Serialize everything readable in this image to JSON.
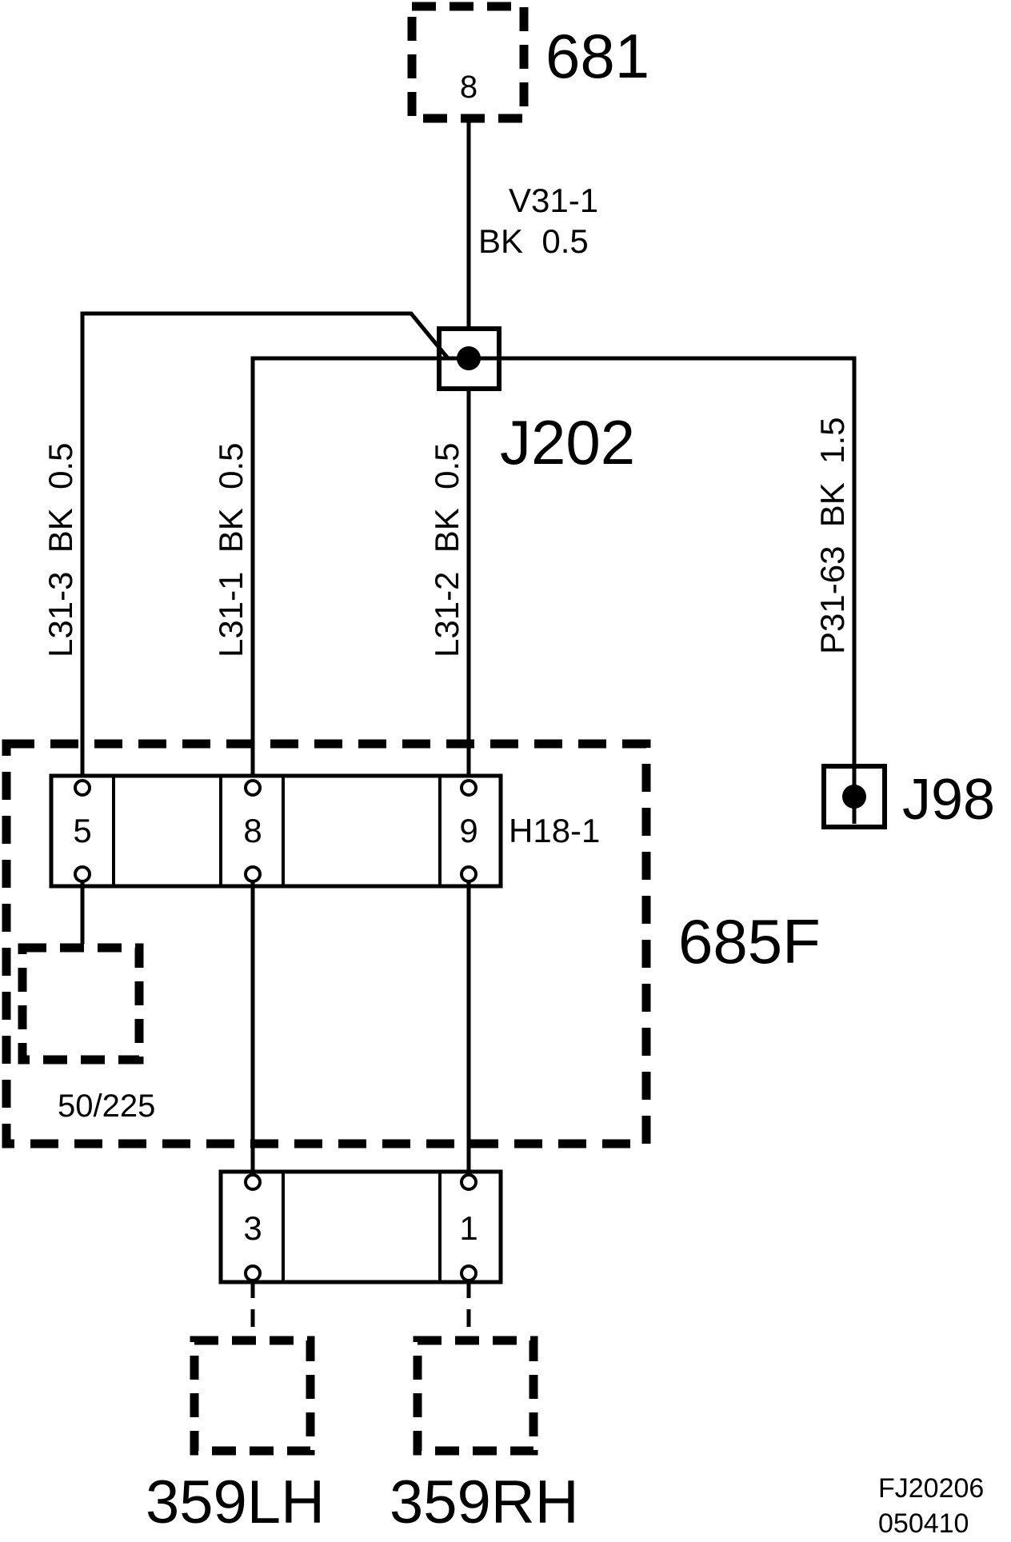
{
  "components": {
    "c681": {
      "label": "681",
      "pin": "8"
    },
    "splice_j202": {
      "label": "J202"
    },
    "ground_j98": {
      "label": "J98"
    },
    "module_685f": {
      "label": "685F"
    },
    "connector_h18_1": {
      "label": "H18-1",
      "pins": [
        "5",
        "8",
        "9"
      ]
    },
    "component_50_225": {
      "label": "50/225"
    },
    "lower_connector": {
      "pins": [
        "3",
        "1"
      ]
    },
    "lamp_lh": {
      "label": "359LH"
    },
    "lamp_rh": {
      "label": "359RH"
    }
  },
  "wires": {
    "v31_1": {
      "id": "V31-1",
      "spec": "BK  0.5"
    },
    "l31_3": {
      "label": "L31-3  BK  0.5"
    },
    "l31_1": {
      "label": "L31-1  BK  0.5"
    },
    "l31_2": {
      "label": "L31-2  BK  0.5"
    },
    "p31_63": {
      "label": "P31-63  BK  1.5"
    }
  },
  "footer": {
    "code": "FJ20206",
    "date": "050410"
  }
}
